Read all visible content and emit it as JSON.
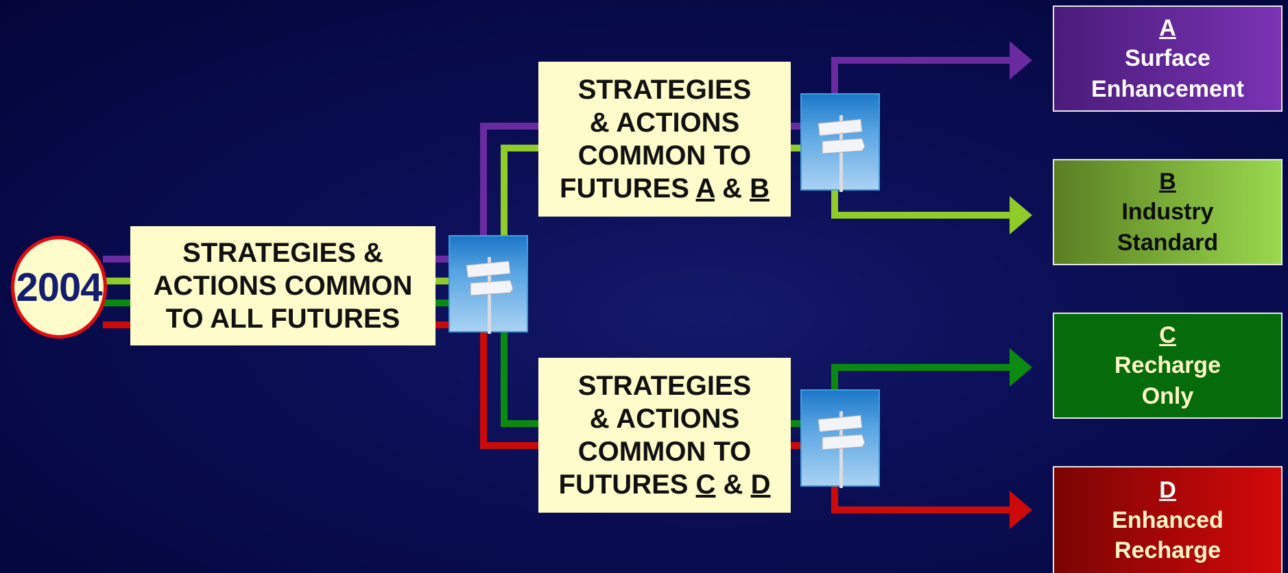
{
  "start": {
    "year": "2004"
  },
  "common_all": {
    "text": "STRATEGIES &\nACTIONS COMMON\nTO ALL FUTURES"
  },
  "common_ab": {
    "line1": "STRATEGIES",
    "line2": "& ACTIONS",
    "line3": "COMMON TO",
    "line4_prefix": "FUTURES ",
    "letter1": "A",
    "amp": " & ",
    "letter2": "B"
  },
  "common_cd": {
    "line1": "STRATEGIES",
    "line2": "& ACTIONS",
    "line3": "COMMON TO",
    "line4_prefix": "FUTURES ",
    "letter1": "C",
    "amp": " & ",
    "letter2": "D"
  },
  "futures": [
    {
      "letter": "A",
      "line1": "Surface",
      "line2": "Enhancement",
      "color": "#6a2aa0"
    },
    {
      "letter": "B",
      "line1": "Industry",
      "line2": "Standard",
      "color": "#8fcc2a"
    },
    {
      "letter": "C",
      "line1": "Recharge",
      "line2": "Only",
      "color": "#0a8a10"
    },
    {
      "letter": "D",
      "line1": "Enhanced",
      "line2": "Recharge",
      "color": "#cc0a0a"
    }
  ],
  "icons": [
    "signpost-icon",
    "signpost-icon",
    "signpost-icon"
  ]
}
